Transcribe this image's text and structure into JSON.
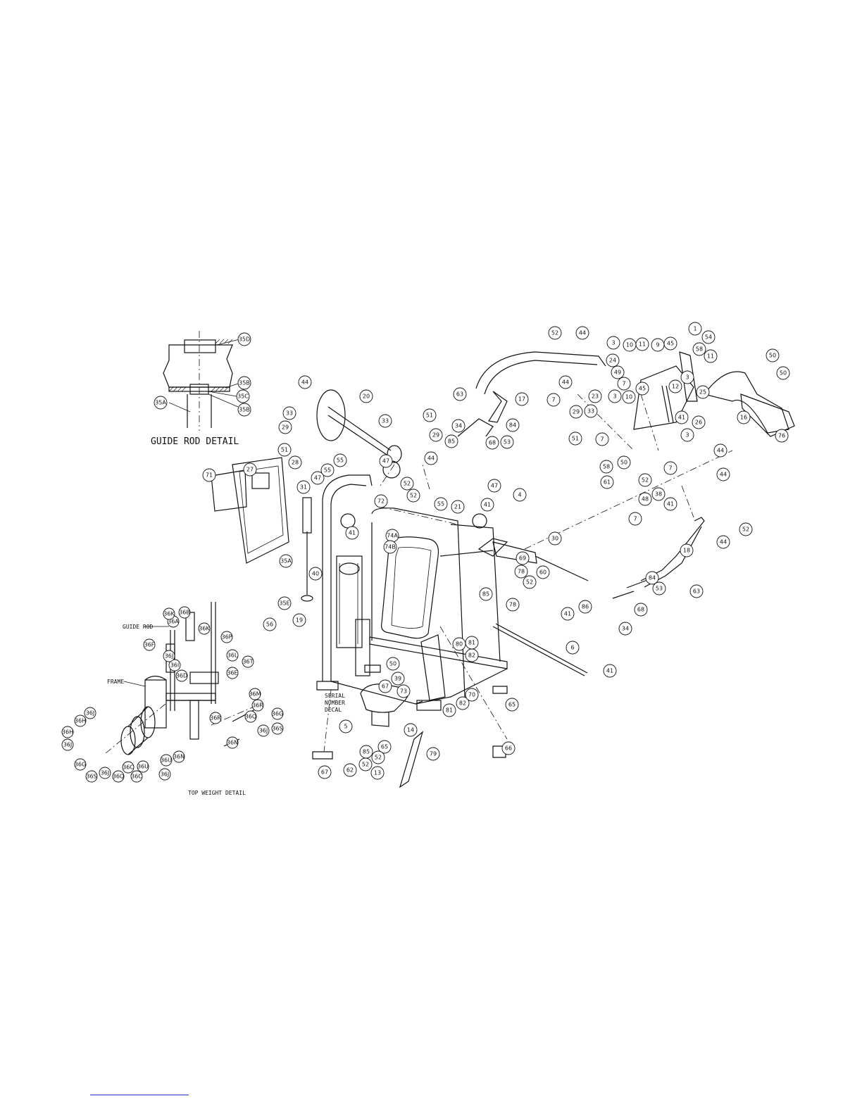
{
  "captions": {
    "guide_rod_detail": "GUIDE ROD DETAIL",
    "top_weight_detail": "TOP WEIGHT DETAIL",
    "guide_rod_label": "GUIDE ROD",
    "frame_label": "FRAME",
    "serial_line1": "SERIAL",
    "serial_line2": "NUMBER",
    "serial_line3": "DECAL"
  },
  "guide_rod_callouts": [
    "35D",
    "35B",
    "35C",
    "35B",
    "35A"
  ],
  "top_weight_callouts": [
    "36B",
    "36A",
    "36K",
    "36K",
    "36P",
    "36F",
    "36I",
    "36L",
    "36T",
    "36E",
    "36J",
    "36M",
    "36R",
    "36G",
    "36S",
    "36R",
    "36Q",
    "36J",
    "36N",
    "36D",
    "36J",
    "36H",
    "36H",
    "36J",
    "36G",
    "36S",
    "36J",
    "36Q",
    "36C",
    "36C",
    "36U",
    "36U",
    "36N",
    "36J"
  ],
  "main_callouts": [
    "44",
    "20",
    "33",
    "51",
    "29",
    "29",
    "51",
    "33",
    "44",
    "55",
    "55",
    "47",
    "47",
    "52",
    "52",
    "72",
    "41",
    "40",
    "27",
    "28",
    "31",
    "71",
    "35A",
    "56",
    "35E",
    "19",
    "21",
    "55",
    "47",
    "41",
    "4",
    "74A",
    "74B",
    "30",
    "69",
    "60",
    "52",
    "85",
    "78",
    "78",
    "41",
    "6",
    "41",
    "80",
    "81",
    "82",
    "82",
    "81",
    "70",
    "65",
    "50",
    "39",
    "67",
    "73",
    "5",
    "65",
    "85",
    "52",
    "52",
    "14",
    "79",
    "13",
    "62",
    "67",
    "66",
    "52",
    "44",
    "44",
    "7",
    "17",
    "63",
    "34",
    "84",
    "85",
    "68",
    "53",
    "3",
    "10",
    "11",
    "9",
    "45",
    "1",
    "54",
    "58",
    "11",
    "24",
    "49",
    "7",
    "45",
    "12",
    "25",
    "3",
    "23",
    "3",
    "10",
    "41",
    "26",
    "3",
    "16",
    "50",
    "50",
    "76",
    "29",
    "33",
    "51",
    "7",
    "50",
    "52",
    "7",
    "44",
    "58",
    "61",
    "48",
    "38",
    "41",
    "44",
    "7",
    "52",
    "18",
    "44",
    "84",
    "53",
    "63",
    "86",
    "68",
    "34"
  ],
  "colors": {
    "ink": "#111111",
    "footer_link": "#1d2fd0"
  }
}
